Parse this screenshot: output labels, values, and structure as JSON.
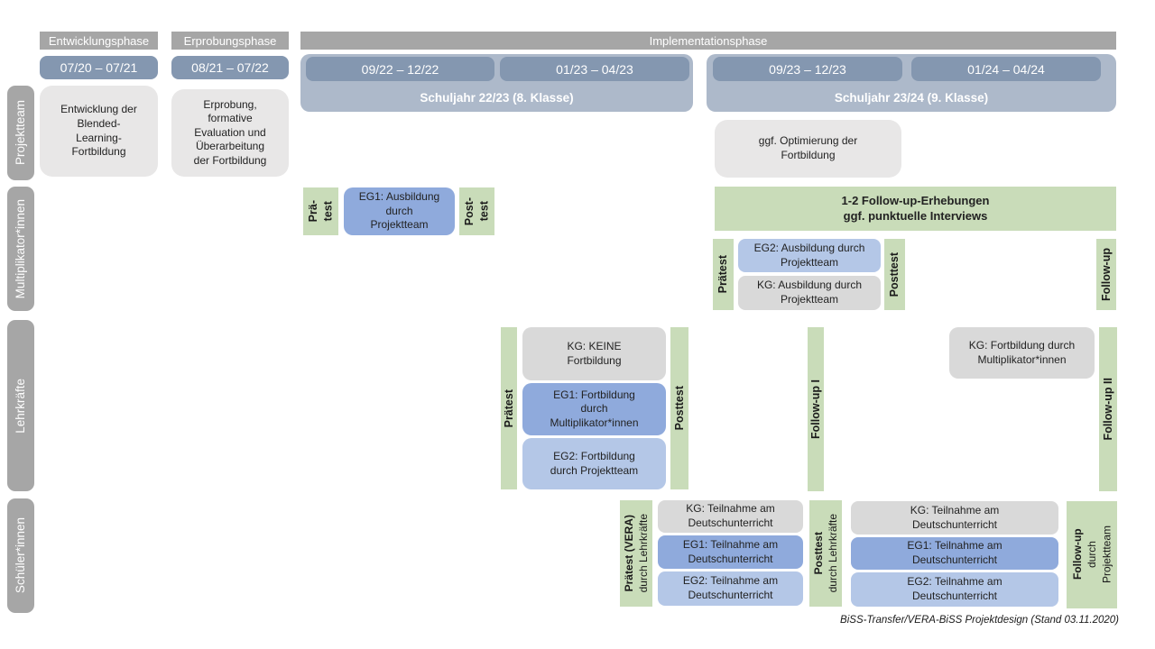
{
  "colors": {
    "phase_bar": "#a6a6a6",
    "date_bar": "#8497b0",
    "year_container": "#adb9ca",
    "row_label": "#a6a6a6",
    "box_lightgray": "#e8e7e7",
    "box_gray": "#d9d9d9",
    "box_blue": "#8faadc",
    "box_lightblue": "#b4c7e7",
    "box_green": "#c9dcb9"
  },
  "header": {
    "phases": {
      "entwicklung": "Entwicklungsphase",
      "erprobung": "Erprobungsphase",
      "implementation": "Implementationsphase"
    },
    "dates": {
      "d1": "07/20 – 07/21",
      "d2": "08/21 – 07/22",
      "y1d1": "09/22 – 12/22",
      "y1d2": "01/23 – 04/23",
      "y2d1": "09/23 – 12/23",
      "y2d2": "01/24 – 04/24"
    },
    "years": {
      "y1": "Schuljahr 22/23 (8. Klasse)",
      "y2": "Schuljahr 23/24 (9. Klasse)"
    }
  },
  "row_labels": {
    "projektteam": "Projektteam",
    "multiplikatoren": "Multiplikator*innen",
    "lehrkraefte": "Lehrkräfte",
    "schueler": "Schüler*innen"
  },
  "projektteam": {
    "entwicklung": "Entwicklung der\nBlended-\nLearning-\nFortbildung",
    "erprobung": "Erprobung,\nformative\nEvaluation und\nÜberarbeitung\nder Fortbildung",
    "optimierung": "ggf. Optimierung der\nFortbildung"
  },
  "multiplikatoren": {
    "praetest": "Prä-\ntest",
    "eg1": "EG1: Ausbildung\ndurch\nProjektteam",
    "posttest": "Post-\ntest",
    "followup_banner": "1-2 Follow-up-Erhebungen\nggf. punktuelle Interviews",
    "praetest2": "Prätest",
    "eg2": "EG2: Ausbildung durch\nProjektteam",
    "kg": "KG: Ausbildung durch\nProjektteam",
    "posttest2": "Posttest",
    "followup": "Follow-up"
  },
  "lehrkraefte": {
    "praetest": "Prätest",
    "kg": "KG: KEINE\nFortbildung",
    "eg1": "EG1: Fortbildung\ndurch\nMultiplikator*innen",
    "eg2": "EG2: Fortbildung\ndurch Projektteam",
    "posttest": "Posttest",
    "followup1": "Follow-up I",
    "kg_fortbildung": "KG: Fortbildung durch\nMultiplikator*innen",
    "followup2": "Follow-up II"
  },
  "schueler": {
    "praetest_main": "Prätest (VERA)",
    "praetest_sub": "durch Lehrkräfte",
    "kg1": "KG: Teilnahme am\nDeutschunterricht",
    "eg1a": "EG1: Teilnahme am\nDeutschunterricht",
    "eg2a": "EG2: Teilnahme am\nDeutschunterricht",
    "posttest_main": "Posttest",
    "posttest_sub": "durch Lehrkräfte",
    "kg2": "KG: Teilnahme am\nDeutschunterricht",
    "eg1b": "EG1: Teilnahme am\nDeutschunterricht",
    "eg2b": "EG2: Teilnahme am\nDeutschunterricht",
    "followup_main": "Follow-up",
    "followup_sub1": "durch",
    "followup_sub2": "Projektteam"
  },
  "footer": "BiSS-Transfer/VERA-BiSS Projektdesign (Stand 03.11.2020)"
}
